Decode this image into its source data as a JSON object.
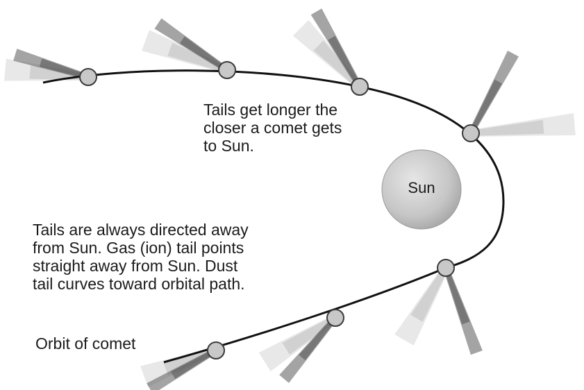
{
  "sun": {
    "label": "Sun"
  },
  "notes": {
    "tails_longer": [
      "Tails get longer the",
      "closer a comet gets",
      "to Sun."
    ],
    "tails_directed": [
      "Tails are always directed away",
      "from Sun. Gas (ion) tail points",
      "straight away from Sun. Dust",
      "tail curves toward orbital path."
    ]
  },
  "orbit_label": "Orbit of comet",
  "colors": {
    "orbit": "#111111",
    "comet_fill": "#c8c8c8",
    "comet_stroke": "#3a3a3a",
    "sun_fill": "#cfcfcf",
    "ion_tail": "#5a5a5a",
    "dust_tail": "#bdbdbd"
  }
}
